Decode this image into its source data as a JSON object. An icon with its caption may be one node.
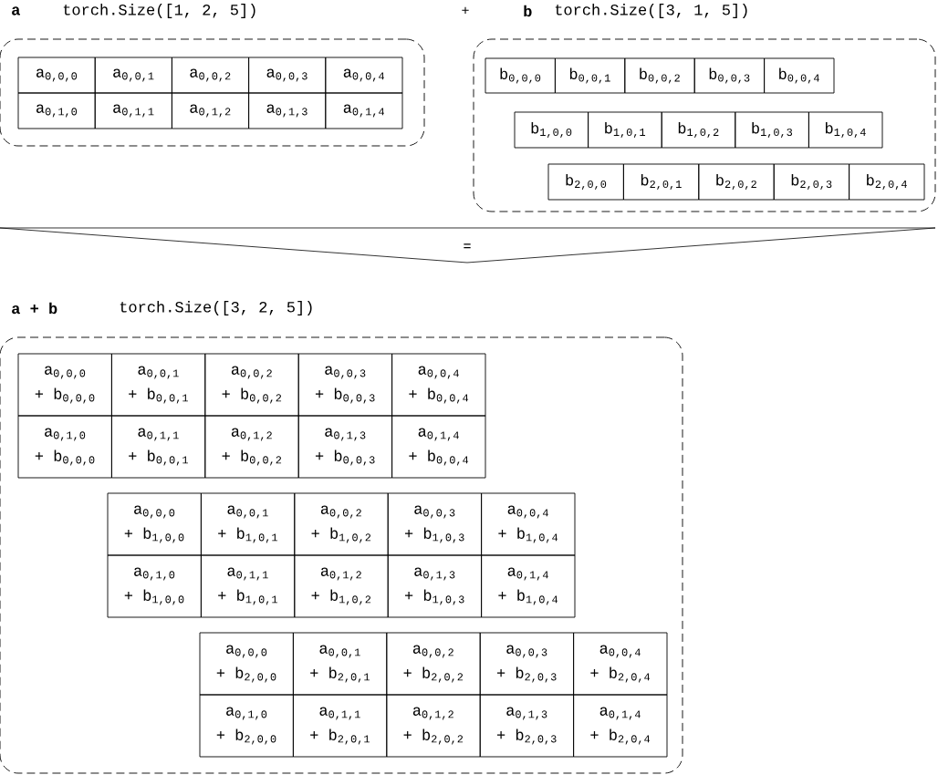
{
  "diagram": {
    "nodes": [
      {
        "text": [
          "a",
          "torch.Size([1, 2, 5])"
        ]
      },
      {
        "text": [
          "a$_{0,0,0}$"
        ],
        "in": 0
      },
      {
        "text": [
          "a$_{0,0,1}$"
        ],
        "in": 0
      },
      {
        "text": [
          "a$_{0,0,2}$"
        ],
        "in": 0
      },
      {
        "text": [
          "a$_{0,0,3}$"
        ],
        "in": 0
      },
      {
        "text": [
          "a$_{0,0,4}$"
        ],
        "in": 0
      },
      {
        "text": [
          "a$_{0,1,0}$"
        ],
        "in": 0
      },
      {
        "text": [
          "a$_{0,1,1}$"
        ],
        "in": 0
      },
      {
        "text": [
          "a$_{0,1,2}$"
        ],
        "in": 0
      },
      {
        "text": [
          "a$_{0,1,3}$"
        ],
        "in": 0
      },
      {
        "text": [
          "a$_{0,1,4}$"
        ],
        "in": 0
      },
      {
        "text": [
          "b",
          "torch.Size([3, 1, 5])"
        ]
      },
      {
        "text": [
          "b$_{0,0,0}$"
        ],
        "in": 11
      },
      {
        "text": [
          "b$_{0,0,1}$"
        ],
        "in": 11
      },
      {
        "text": [
          "b$_{0,0,2}$"
        ],
        "in": 11
      },
      {
        "text": [
          "b$_{0,0,3}$"
        ],
        "in": 11
      },
      {
        "text": [
          "b$_{0,0,4}$"
        ],
        "in": 11
      },
      {
        "text": [
          "b$_{1,0,0}$"
        ],
        "in": 11
      },
      {
        "text": [
          "b$_{1,0,1}$"
        ],
        "in": 11
      },
      {
        "text": [
          "b$_{1,0,2}$"
        ],
        "in": 11
      },
      {
        "text": [
          "b$_{1,0,3}$"
        ],
        "in": 11
      },
      {
        "text": [
          "b$_{1,0,4}$"
        ],
        "in": 11
      },
      {
        "text": [
          "b$_{2,0,0}$"
        ],
        "in": 11
      },
      {
        "text": [
          "b$_{2,0,1}$"
        ],
        "in": 11
      },
      {
        "text": [
          "b$_{2,0,2}$"
        ],
        "in": 11
      },
      {
        "text": [
          "b$_{2,0,3}$"
        ],
        "in": 11
      },
      {
        "text": [
          "b$_{2,0,4}$"
        ],
        "in": 11
      },
      {
        "text": [
          "a + b",
          "torch.Size([3, 2, 5])"
        ]
      },
      {
        "text": [
          "a$_{0,0,0}$",
          "+ b$_{0,0,0}$"
        ],
        "in": 27
      },
      {
        "text": [
          "a$_{0,0,1}$",
          "+ b$_{0,0,1}$"
        ],
        "in": 27
      },
      {
        "text": [
          "a$_{0,0,2}$",
          "+ b$_{0,0,2}$"
        ],
        "in": 27
      },
      {
        "text": [
          "a$_{0,0,3}$",
          "+ b$_{0,0,3}$"
        ],
        "in": 27
      },
      {
        "text": [
          "a$_{0,0,4}$",
          "+ b$_{0,0,4}$"
        ],
        "in": 27
      },
      {
        "text": [
          "a$_{0,1,0}$",
          "+ b$_{0,0,0}$"
        ],
        "in": 27
      },
      {
        "text": [
          "a$_{0,1,1}$",
          "+ b$_{0,0,1}$"
        ],
        "in": 27
      },
      {
        "text": [
          "a$_{0,1,2}$",
          "+ b$_{0,0,2}$"
        ],
        "in": 27
      },
      {
        "text": [
          "a$_{0,1,3}$",
          "+ b$_{0,0,3}$"
        ],
        "in": 27
      },
      {
        "text": [
          "a$_{0,1,4}$",
          "+ b$_{0,0,4}$"
        ],
        "in": 27
      },
      {
        "text": [
          "a$_{0,0,0}$",
          "+ b$_{1,0,0}$"
        ],
        "in": 27
      },
      {
        "text": [
          "a$_{0,0,1}$",
          "+ b$_{1,0,1}$"
        ],
        "in": 27
      },
      {
        "text": [
          "a$_{0,0,2}$",
          "+ b$_{1,0,2}$"
        ],
        "in": 27
      },
      {
        "text": [
          "a$_{0,0,3}$",
          "+ b$_{1,0,3}$"
        ],
        "in": 27
      },
      {
        "text": [
          "a$_{0,0,4}$",
          "+ b$_{1,0,4}$"
        ],
        "in": 27
      },
      {
        "text": [
          "a$_{0,1,0}$",
          "+ b$_{1,0,0}$"
        ],
        "in": 27
      },
      {
        "text": [
          "a$_{0,1,1}$",
          "+ b$_{1,0,1}$"
        ],
        "in": 27
      },
      {
        "text": [
          "a$_{0,1,2}$",
          "+ b$_{1,0,2}$"
        ],
        "in": 27
      },
      {
        "text": [
          "a$_{0,1,3}$",
          "+ b$_{1,0,3}$"
        ],
        "in": 27
      },
      {
        "text": [
          "a$_{0,1,4}$",
          "+ b$_{1,0,4}$"
        ],
        "in": 27
      },
      {
        "text": [
          "a$_{0,0,0}$",
          "+ b$_{2,0,0}$"
        ],
        "in": 27
      },
      {
        "text": [
          "a$_{0,0,1}$",
          "+ b$_{2,0,1}$"
        ],
        "in": 27
      },
      {
        "text": [
          "a$_{0,0,2}$",
          "+ b$_{2,0,2}$"
        ],
        "in": 27
      },
      {
        "text": [
          "a$_{0,0,3}$",
          "+ b$_{2,0,3}$"
        ],
        "in": 27
      },
      {
        "text": [
          "a$_{0,0,4}$",
          "+ b$_{2,0,4}$"
        ],
        "in": 27
      },
      {
        "text": [
          "a$_{0,1,0}$",
          "+ b$_{2,0,0}$"
        ],
        "in": 27
      },
      {
        "text": [
          "a$_{0,1,1}$",
          "+ b$_{2,0,1}$"
        ],
        "in": 27
      },
      {
        "text": [
          "a$_{0,1,2}$",
          "+ b$_{2,0,2}$"
        ],
        "in": 27
      },
      {
        "text": [
          "a$_{0,1,3}$",
          "+ b$_{2,0,3}$"
        ],
        "in": 27
      },
      {
        "text": [
          "a$_{0,1,4}$",
          "+ b$_{2,0,4}$"
        ],
        "in": 27
      }
    ],
    "labels": [
      "+",
      "="
    ]
  }
}
